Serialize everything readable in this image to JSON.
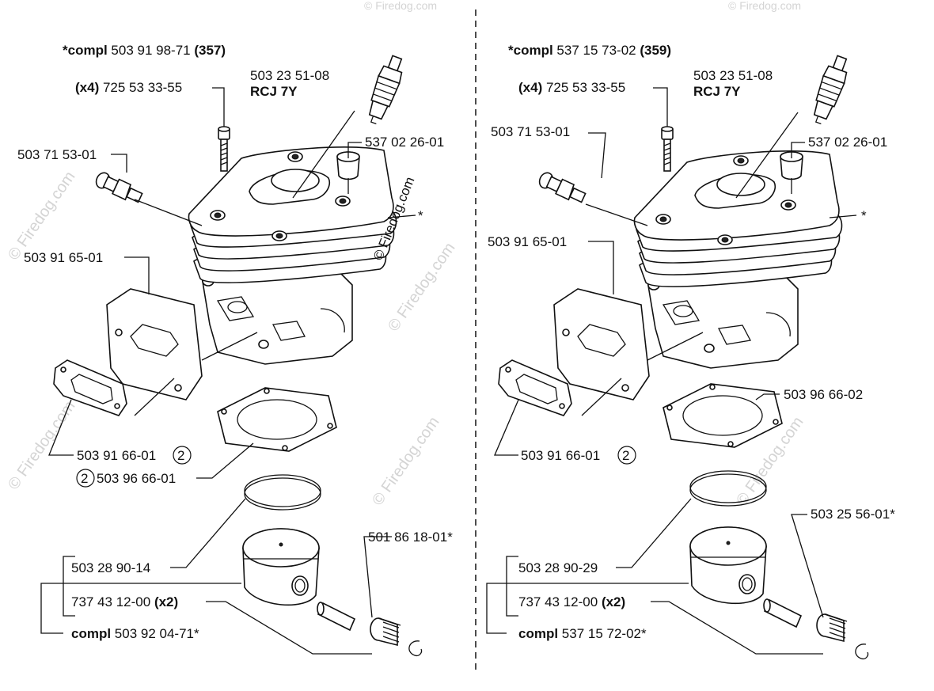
{
  "watermark": {
    "main": "© Firedog.com",
    "faint": "© Firedog.com"
  },
  "left": {
    "compl_prefix": "*compl",
    "compl_number": "503 91 98-71",
    "compl_suffix": "(357)",
    "screw_qty": "(x4)",
    "screw_number": "725 53 33-55",
    "plug_number": "503 23 51-08",
    "plug_type": "RCJ 7Y",
    "valve_number": "503 71 53-01",
    "cap_number": "537 02 26-01",
    "star": "*",
    "plate_number": "503 91 65-01",
    "gasket_small_number": "503 91 66-01",
    "circle_num": "2",
    "gasket_base_number": "503 96 66-01",
    "circle_num2": "2",
    "bearing_number": "501 86 18-01*",
    "piston_number": "503 28 90-14",
    "ring_number": "737 43 12-00",
    "ring_qty": "(x2)",
    "kit_prefix": "compl",
    "kit_number": "503 92 04-71*"
  },
  "right": {
    "compl_prefix": "*compl",
    "compl_number": "537 15 73-02",
    "compl_suffix": "(359)",
    "screw_qty": "(x4)",
    "screw_number": "725 53 33-55",
    "plug_number": "503 23 51-08",
    "plug_type": "RCJ 7Y",
    "valve_number": "503 71 53-01",
    "cap_number": "537 02 26-01",
    "star": "*",
    "plate_number": "503 91 65-01",
    "gasket_base_number": "503 96 66-02",
    "gasket_small_number": "503 91 66-01",
    "circle_num": "2",
    "bearing_number": "503 25 56-01*",
    "piston_number": "503 28 90-29",
    "ring_number": "737 43 12-00",
    "ring_qty": "(x2)",
    "kit_prefix": "compl",
    "kit_number": "537 15 72-02*"
  }
}
